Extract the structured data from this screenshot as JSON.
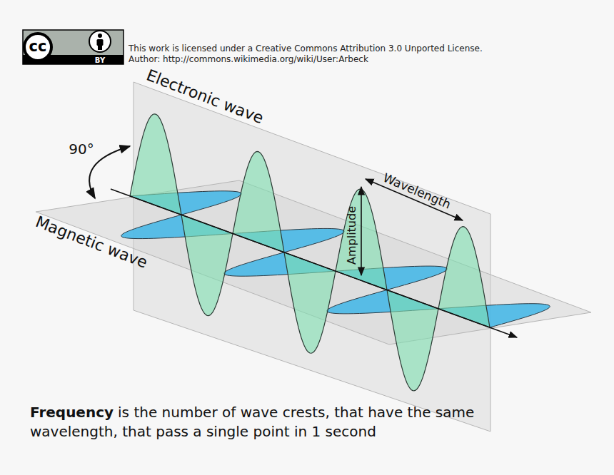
{
  "diagram": {
    "labels": [
      "cc",
      "BY",
      "This work is licensed under a Creative Commons Attribution 3.0 Unported License.",
      "Author: http://commons.wikimedia.org/wiki/User:Arbeck",
      "Electronic wave",
      "Magnetic wave",
      "90°",
      "Wavelength",
      "Amplitude",
      "Frequency",
      "is the number of wave crests, that have the same wavelength, that pass a single point in 1 second"
    ]
  }
}
